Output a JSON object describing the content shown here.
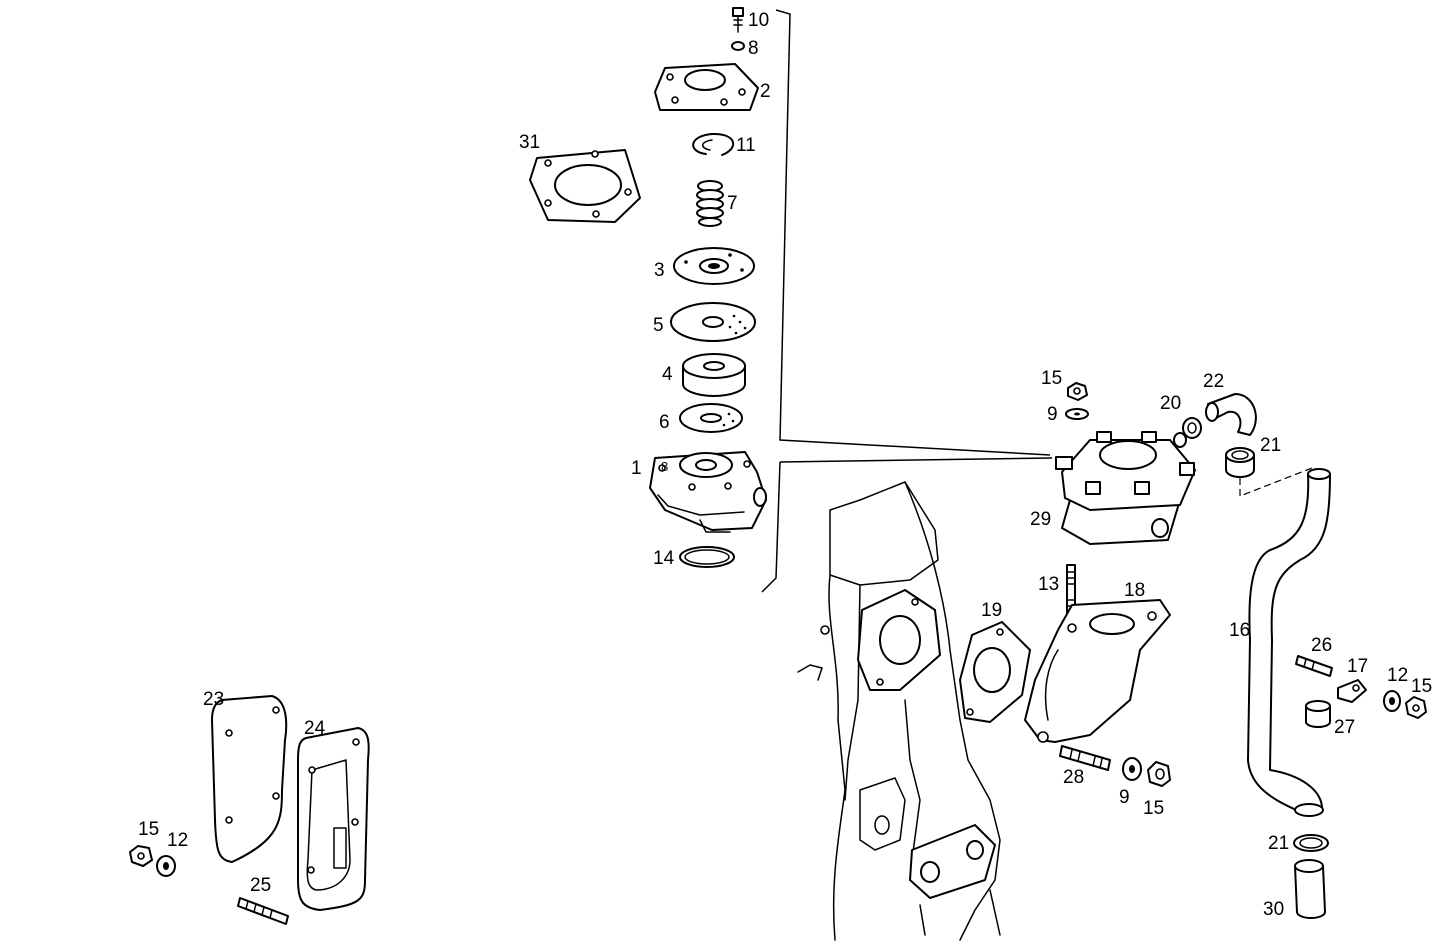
{
  "diagram": {
    "callouts": [
      {
        "id": "c10a",
        "text": "10"
      },
      {
        "id": "c8a",
        "text": "8"
      },
      {
        "id": "c2",
        "text": "2"
      },
      {
        "id": "c31",
        "text": "31"
      },
      {
        "id": "c11",
        "text": "11"
      },
      {
        "id": "c7",
        "text": "7"
      },
      {
        "id": "c3",
        "text": "3"
      },
      {
        "id": "c5",
        "text": "5"
      },
      {
        "id": "c4",
        "text": "4"
      },
      {
        "id": "c6",
        "text": "6"
      },
      {
        "id": "c1",
        "text": "1"
      },
      {
        "id": "c8b",
        "text": "8"
      },
      {
        "id": "c14",
        "text": "14"
      },
      {
        "id": "c15a",
        "text": "15"
      },
      {
        "id": "c9a",
        "text": "9"
      },
      {
        "id": "c22",
        "text": "22"
      },
      {
        "id": "c20",
        "text": "20"
      },
      {
        "id": "c21a",
        "text": "21"
      },
      {
        "id": "c29",
        "text": "29"
      },
      {
        "id": "c13",
        "text": "13"
      },
      {
        "id": "c18",
        "text": "18"
      },
      {
        "id": "c19",
        "text": "19"
      },
      {
        "id": "c16",
        "text": "16"
      },
      {
        "id": "c26",
        "text": "26"
      },
      {
        "id": "c17",
        "text": "17"
      },
      {
        "id": "c12a",
        "text": "12"
      },
      {
        "id": "c15b",
        "text": "15"
      },
      {
        "id": "c27",
        "text": "27"
      },
      {
        "id": "c28",
        "text": "28"
      },
      {
        "id": "c9b",
        "text": "9"
      },
      {
        "id": "c15c",
        "text": "15"
      },
      {
        "id": "c21b",
        "text": "21"
      },
      {
        "id": "c30",
        "text": "30"
      },
      {
        "id": "c23",
        "text": "23"
      },
      {
        "id": "c24",
        "text": "24"
      },
      {
        "id": "c15d",
        "text": "15"
      },
      {
        "id": "c12b",
        "text": "12"
      },
      {
        "id": "c25",
        "text": "25"
      }
    ]
  }
}
